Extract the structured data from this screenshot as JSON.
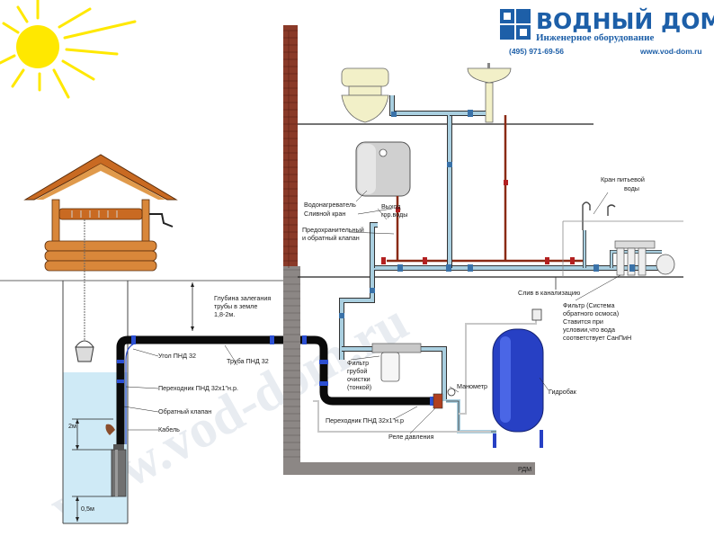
{
  "brand": {
    "name": "ВОДНЫЙ ДОМ",
    "subtitle": "Инженерное оборудование",
    "phone": "(495) 971-69-56",
    "website": "www.vod-dom.ru"
  },
  "watermark": "www.vod-dom.ru",
  "colors": {
    "brand": "#1d5fa8",
    "hot_pipe": "#8a2a14",
    "cold_pipe": "#a9cfe0",
    "supply_pipe": "#0a0a0a",
    "tank": "#2740c4",
    "water": "#cfeaf6",
    "wall": "#8c7a75",
    "well_wood": "#d9873a",
    "sun": "#ffe800"
  },
  "labels": {
    "depth": [
      "Глубина залегания",
      "трубы в земле",
      "1,8-2м."
    ],
    "elbow": "Угол ПНД 32",
    "pipe": "Труба ПНД 32",
    "adapter_left": "Переходник ПНД 32х1\"н.р.",
    "check_valve": "Обратный клапан",
    "cable": "Кабель",
    "depth_2m": "2м",
    "depth_05m": "0,5м",
    "water_heater": "Водонагреватель",
    "drain_valve": "Сливной кран",
    "hot_outlet": [
      "Выход",
      "гор.воды"
    ],
    "safety_valve": [
      "Предохранительный",
      "и обратный клапан"
    ],
    "drinking_tap": [
      "Кран питьевой",
      "воды"
    ],
    "sewer_drain": "Слив в канализацию",
    "ro_filter": [
      "Фильтр (Система",
      "обратного осмоса)",
      "Ставится при",
      "условии,что вода",
      "соответствует СанПиН"
    ],
    "coarse_filter": [
      "Фильтр",
      "грубой",
      "очистки",
      "(тонкой)"
    ],
    "manometer": "Манометр",
    "adapter_right": "Переходник ПНД 32х1\"н.р",
    "pressure_relay": "Реле давления",
    "hydrotank": "Гидробак",
    "sensor": "РДМ"
  }
}
